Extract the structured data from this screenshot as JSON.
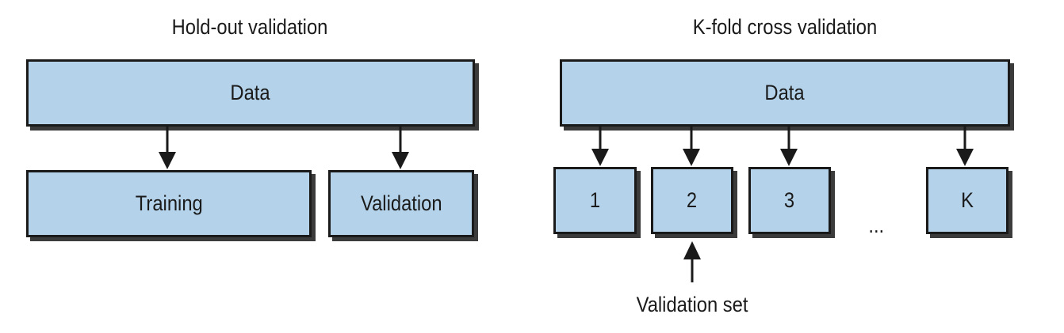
{
  "holdout": {
    "title": "Hold-out validation",
    "data_label": "Data",
    "training_label": "Training",
    "validation_label": "Validation"
  },
  "kfold": {
    "title": "K-fold cross validation",
    "data_label": "Data",
    "folds": [
      "1",
      "2",
      "3",
      "K"
    ],
    "ellipsis": "...",
    "validation_set_label": "Validation set"
  },
  "colors": {
    "box_fill": "#b4d3ea",
    "border": "#1a1a1a",
    "shadow": "#3b3b3b"
  }
}
